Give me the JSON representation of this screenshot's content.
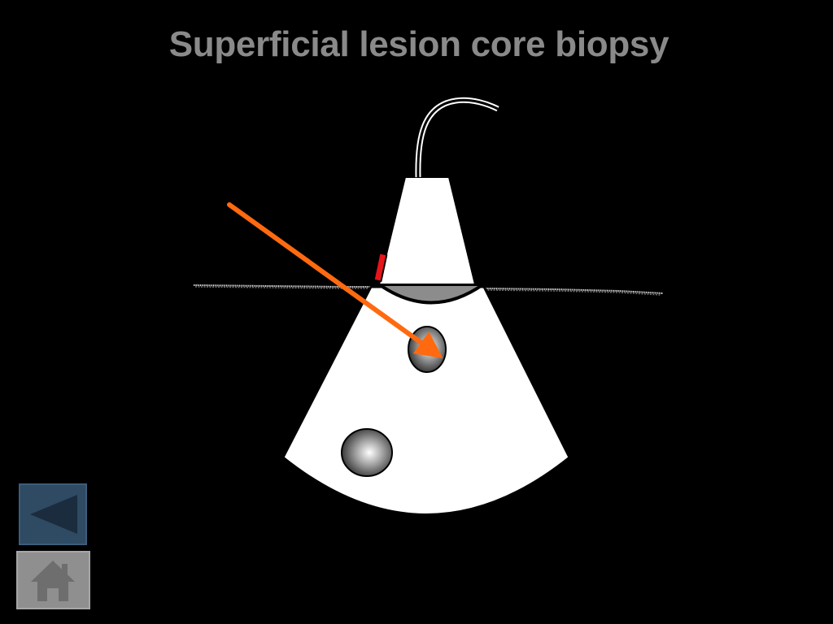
{
  "slide": {
    "title": "Superficial lesion core biopsy",
    "background_color": "#000000",
    "title_color": "#8a8a8a"
  },
  "diagram": {
    "probe_color": "#ffffff",
    "probe_cable_color": "#ffffff",
    "coupling_gel_color": "#8c8c8c",
    "probe_marker_color": "#e8141b",
    "skin_line_color": "#d9d9d9",
    "beam_field_color": "#ffffff",
    "needle_arrow_color": "#ff6a10",
    "lesions": [
      {
        "role": "target",
        "icon": "lesion-sphere"
      },
      {
        "role": "other",
        "icon": "lesion-sphere"
      }
    ]
  },
  "navigation": {
    "back": {
      "icon": "left-triangle-icon",
      "fill": "#2f4a63",
      "glyph": "#1a2c3d"
    },
    "home": {
      "icon": "house-icon",
      "fill": "#8f8f8f",
      "glyph": "#6e6e6e"
    }
  }
}
